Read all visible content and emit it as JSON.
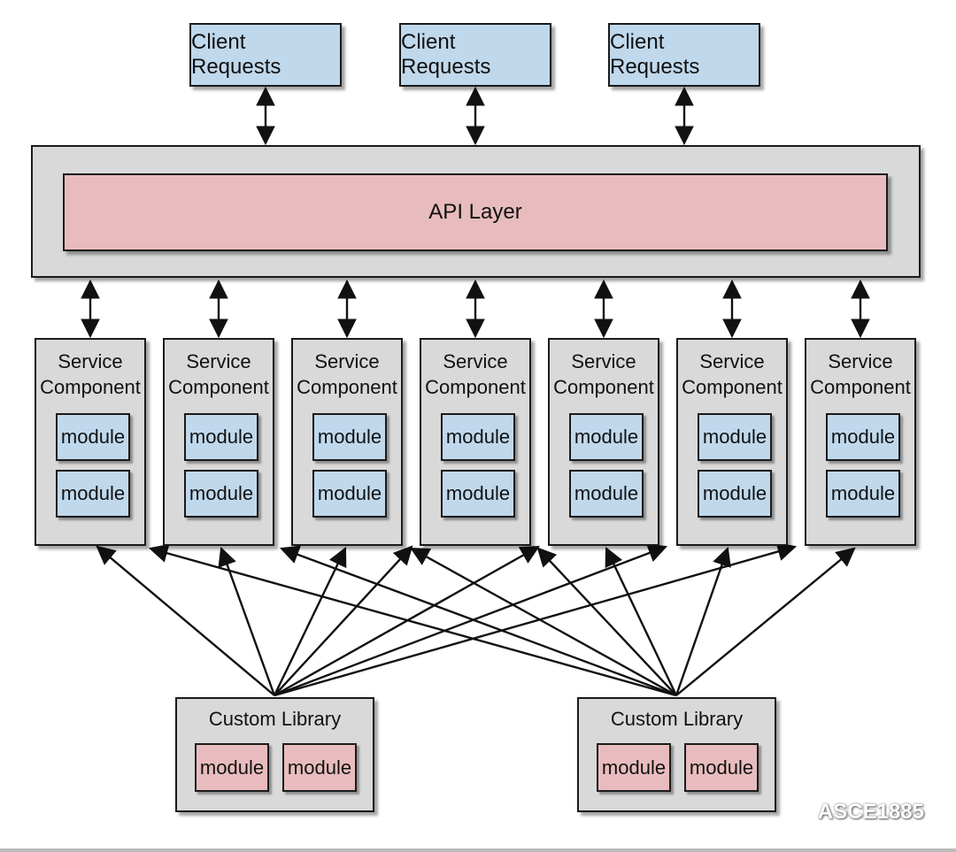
{
  "clients": [
    {
      "label": "Client Requests"
    },
    {
      "label": "Client Requests"
    },
    {
      "label": "Client Requests"
    }
  ],
  "api_layer": {
    "label": "API Layer"
  },
  "services": [
    {
      "title": "Service\nComponent",
      "modules": [
        "module",
        "module"
      ]
    },
    {
      "title": "Service\nComponent",
      "modules": [
        "module",
        "module"
      ]
    },
    {
      "title": "Service\nComponent",
      "modules": [
        "module",
        "module"
      ]
    },
    {
      "title": "Service\nComponent",
      "modules": [
        "module",
        "module"
      ]
    },
    {
      "title": "Service\nComponent",
      "modules": [
        "module",
        "module"
      ]
    },
    {
      "title": "Service\nComponent",
      "modules": [
        "module",
        "module"
      ]
    },
    {
      "title": "Service\nComponent",
      "modules": [
        "module",
        "module"
      ]
    }
  ],
  "libraries": [
    {
      "title": "Custom Library",
      "modules": [
        "module",
        "module"
      ]
    },
    {
      "title": "Custom Library",
      "modules": [
        "module",
        "module"
      ]
    }
  ],
  "watermark": {
    "text": "ASCE1885",
    "icon": "wechat-icon"
  },
  "colors": {
    "client_fill": "#c0d8ec",
    "api_fill": "#e8bcbe",
    "container_fill": "#d9d9d9",
    "stroke": "#1a1a1a"
  }
}
